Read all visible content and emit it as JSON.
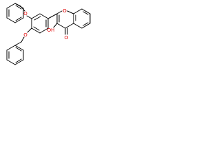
{
  "molecule": {
    "atoms": {
      "ring_oxygen": "O",
      "carbonyl_oxygen": "O",
      "hydroxyl": "OH",
      "ether_oxygen_1": "O",
      "ether_oxygen_2": "O"
    }
  },
  "colors": {
    "bond": "#000000",
    "oxygen": "#e00000",
    "background": "#ffffff"
  }
}
